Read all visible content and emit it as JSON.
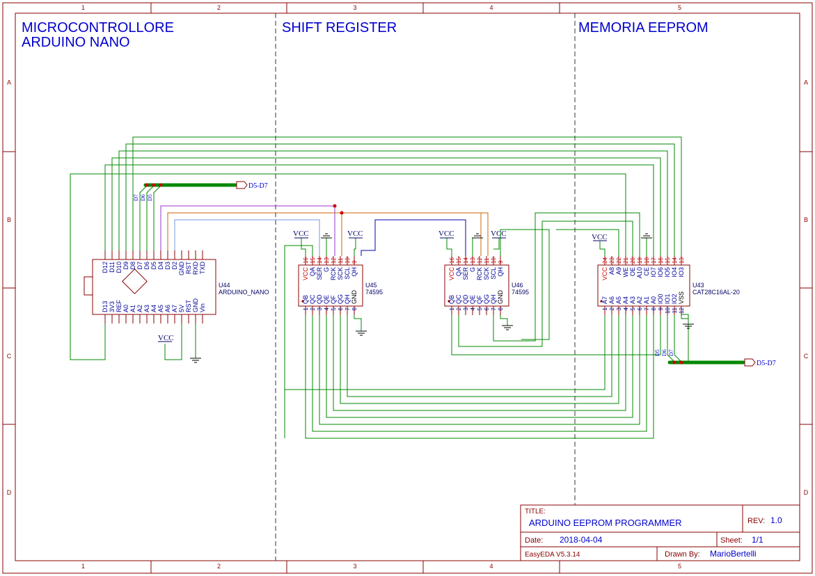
{
  "frame": {
    "columns": [
      "1",
      "2",
      "3",
      "4",
      "5"
    ],
    "rows": [
      "A",
      "B",
      "C",
      "D"
    ]
  },
  "sections": [
    {
      "lines": [
        "MICROCONTROLLORE",
        "ARDUINO NANO"
      ]
    },
    {
      "lines": [
        "SHIFT REGISTER"
      ]
    },
    {
      "lines": [
        "MEMORIA EEPROM"
      ]
    }
  ],
  "power": {
    "vcc": "VCC"
  },
  "bus": {
    "label": "D5-D7",
    "taps": [
      "D7",
      "D6",
      "D5"
    ],
    "taps_right": [
      "D5",
      "D6",
      "D7"
    ]
  },
  "u44": {
    "ref": "U44",
    "value": "ARDUINO_NANO",
    "top_pins": [
      "D12",
      "D11",
      "D10",
      "D9",
      "D8",
      "D7",
      "D6",
      "D5",
      "D4",
      "D3",
      "D2",
      "GND",
      "RST",
      "RXD",
      "TXD"
    ],
    "bottom_pins": [
      "D13",
      "3V3",
      "REF",
      "A0",
      "A1",
      "A2",
      "A3",
      "A4",
      "A5",
      "A6",
      "A7",
      "5V",
      "RST",
      "GND",
      "Vin"
    ]
  },
  "u45": {
    "ref": "U45",
    "value": "74595",
    "top_pins": [
      "VCC",
      "QA",
      "SER",
      "G",
      "RCK",
      "SCK",
      "SCL",
      "QH"
    ],
    "top_nums": [
      "16",
      "15",
      "14",
      "13",
      "12",
      "11",
      "10",
      "9"
    ],
    "bottom_pins": [
      "QB",
      "QC",
      "QD",
      "QE",
      "QF",
      "QG",
      "QH",
      "GND"
    ],
    "bottom_nums": [
      "1",
      "2",
      "3",
      "4",
      "5",
      "6",
      "7",
      "8"
    ]
  },
  "u46": {
    "ref": "U46",
    "value": "74595",
    "top_pins": [
      "VCC",
      "QA",
      "SER",
      "G",
      "RCK",
      "SCK",
      "SCL",
      "QH"
    ],
    "top_nums": [
      "16",
      "15",
      "14",
      "13",
      "12",
      "11",
      "10",
      "9"
    ],
    "bottom_pins": [
      "QB",
      "QC",
      "QD",
      "QE",
      "QF",
      "QG",
      "QH",
      "GND"
    ],
    "bottom_nums": [
      "1",
      "2",
      "3",
      "4",
      "5",
      "6",
      "7",
      "8"
    ]
  },
  "u43": {
    "ref": "U43",
    "value": "CAT28C16AL-20",
    "top_pins": [
      "VCC",
      "A8",
      "A9",
      "WE",
      "OE",
      "A10",
      "CE",
      "IO7",
      "IO6",
      "IO5",
      "IO4",
      "IO3"
    ],
    "top_nums": [
      "24",
      "23",
      "22",
      "21",
      "20",
      "19",
      "18",
      "17",
      "16",
      "15",
      "14",
      "13"
    ],
    "bottom_pins": [
      "A7",
      "A6",
      "A5",
      "A4",
      "A3",
      "A2",
      "A1",
      "A0",
      "IO0",
      "IO1",
      "IO2",
      "VSS"
    ],
    "bottom_nums": [
      "1",
      "2",
      "3",
      "4",
      "5",
      "6",
      "7",
      "8",
      "9",
      "10",
      "11",
      "12"
    ]
  },
  "title_block": {
    "title_label": "TITLE:",
    "title": "ARDUINO EEPROM PROGRAMMER",
    "rev_label": "REV:",
    "rev": "1.0",
    "date_label": "Date:",
    "date": "2018-04-04",
    "sheet_label": "Sheet:",
    "sheet": "1/1",
    "tool": "EasyEDA V5.3.14",
    "drawn_label": "Drawn By:",
    "drawn": "MarioBertelli"
  },
  "colors": {
    "frame": "#880000",
    "wire": "#008800",
    "text_blue": "#0000cc",
    "pin_number": "#cc0000",
    "wire_purple": "#9933cc",
    "wire_orange": "#cc6600",
    "wire_lightblue": "#7799dd",
    "wire_navy": "#0000aa",
    "junction": "#cc0000",
    "divider": "#333333"
  }
}
